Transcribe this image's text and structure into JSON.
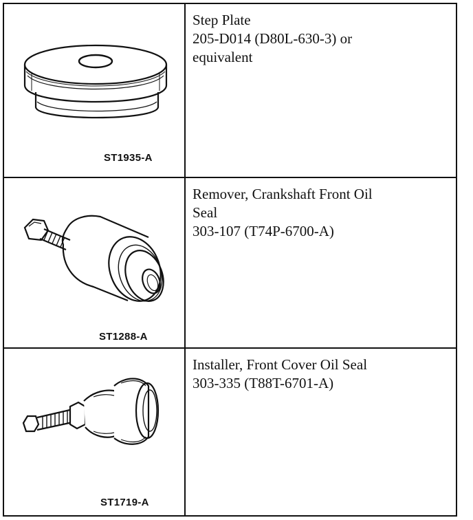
{
  "rows": [
    {
      "figure_code": "ST1935-A",
      "illustration": "step-plate",
      "lines": [
        "Step Plate",
        "205-D014 (D80L-630-3) or",
        "equivalent"
      ]
    },
    {
      "figure_code": "ST1288-A",
      "illustration": "crankshaft-front-oil-seal-remover",
      "lines": [
        "Remover, Crankshaft Front Oil",
        "Seal",
        "303-107 (T74P-6700-A)"
      ]
    },
    {
      "figure_code": "ST1719-A",
      "illustration": "front-cover-oil-seal-installer",
      "lines": [
        "Installer, Front Cover Oil Seal",
        "303-335 (T88T-6701-A)"
      ]
    }
  ]
}
